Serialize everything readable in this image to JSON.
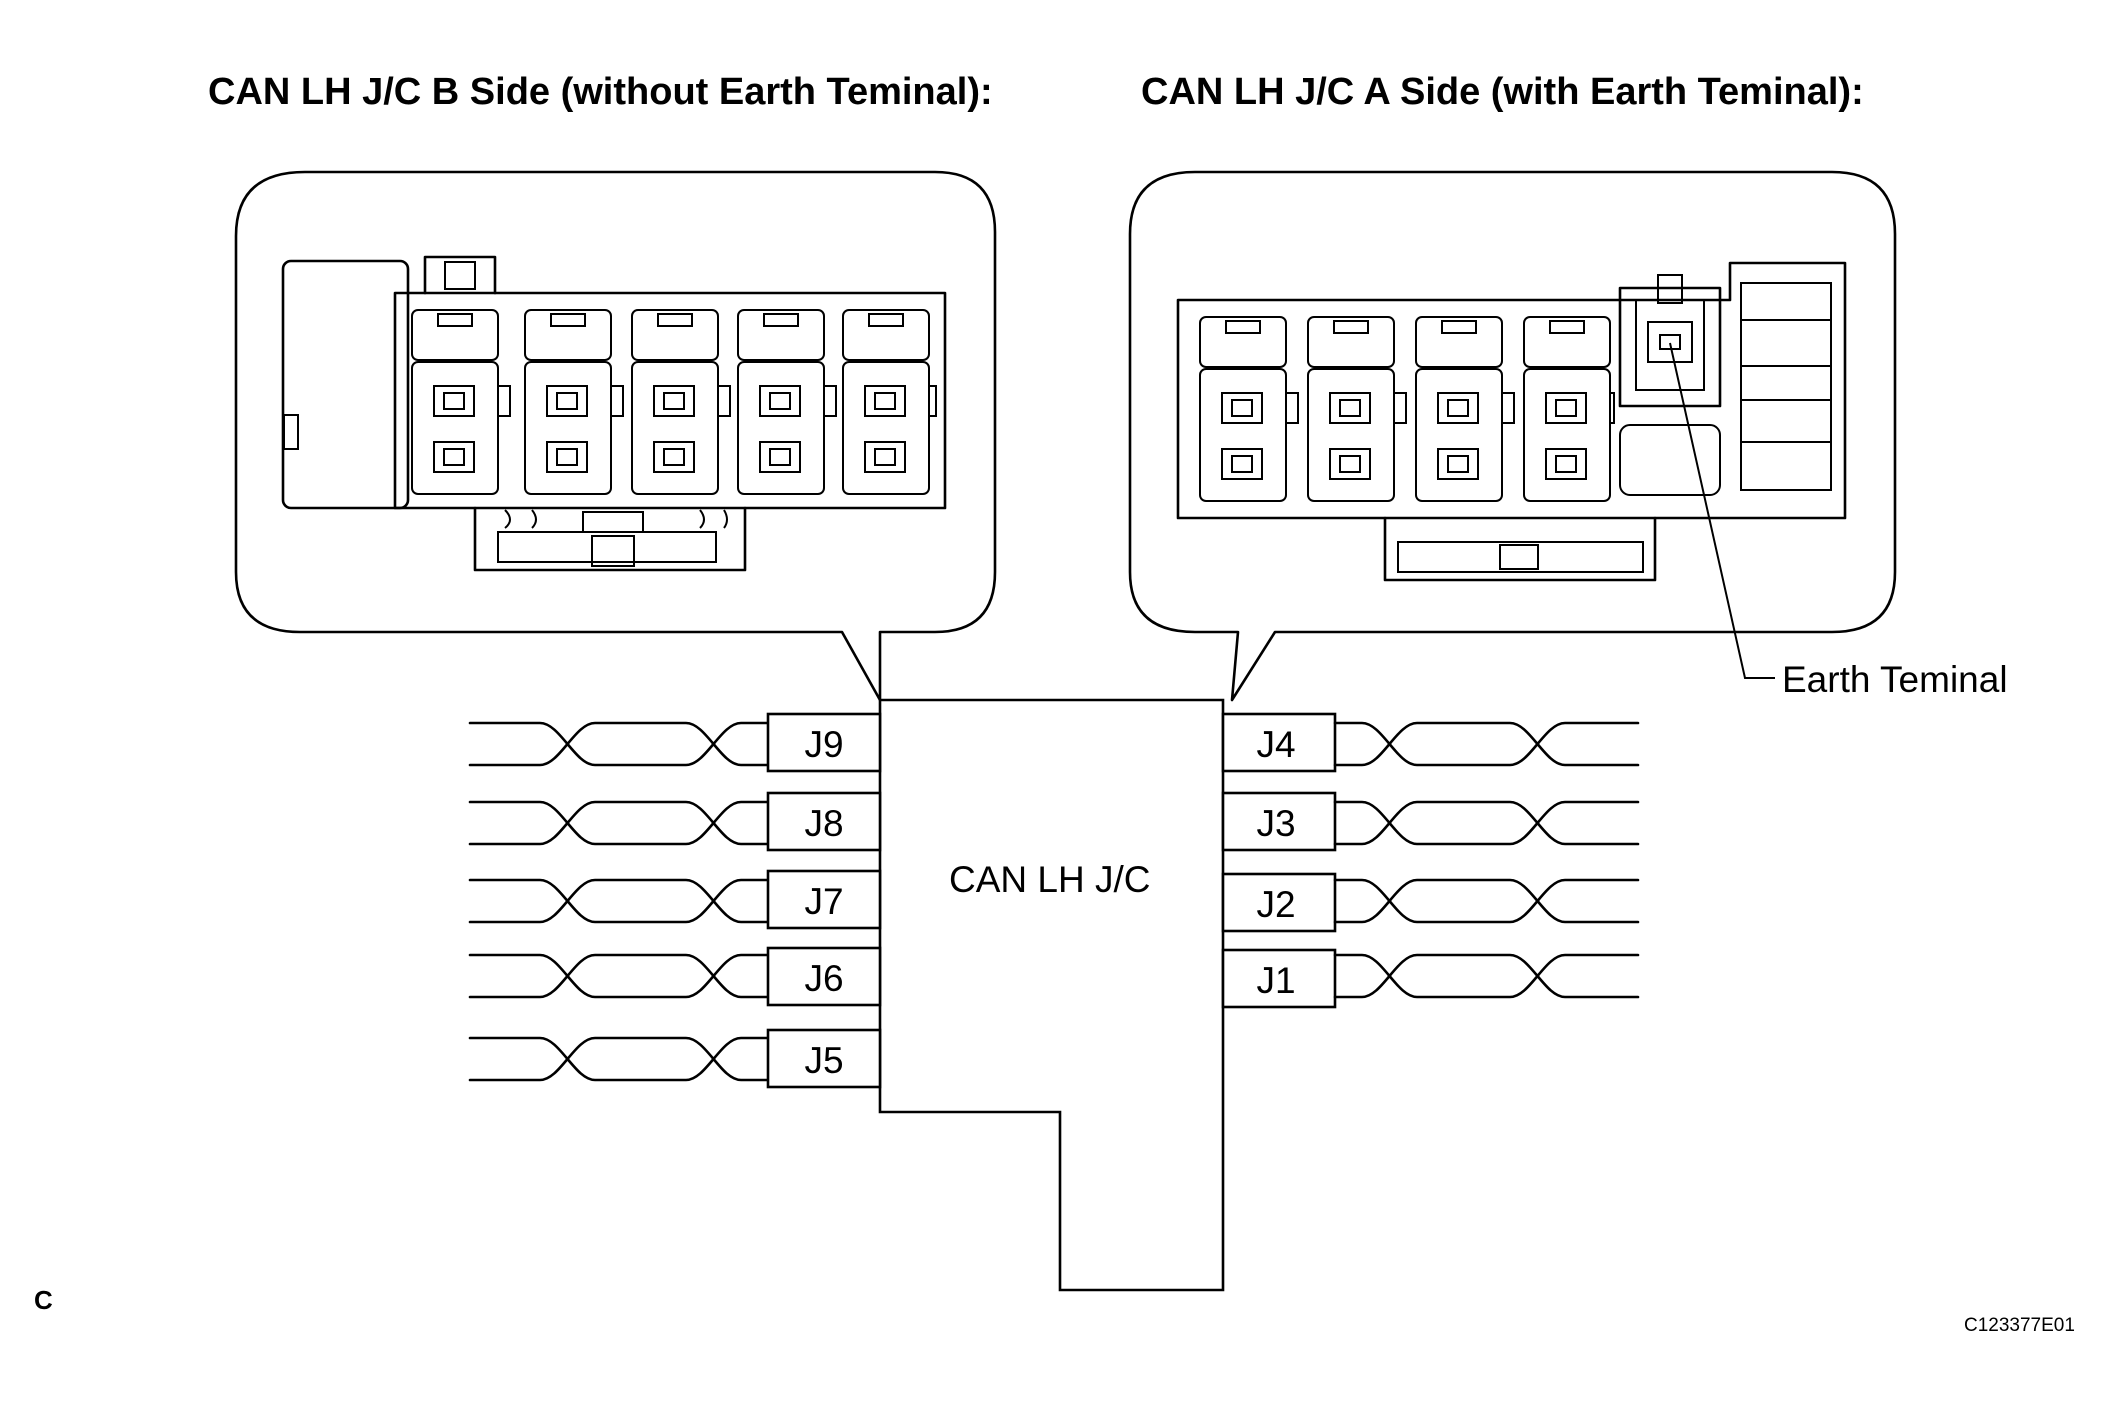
{
  "titles": {
    "b_side": "CAN LH J/C B Side (without Earth Teminal):",
    "a_side": "CAN LH J/C A Side (with Earth Teminal):"
  },
  "junction_label": "CAN LH J/C",
  "earth_label": "Earth Teminal",
  "left_connectors": [
    "J9",
    "J8",
    "J7",
    "J6",
    "J5"
  ],
  "right_connectors": [
    "J4",
    "J3",
    "J2",
    "J1"
  ],
  "corner_letter": "C",
  "figure_code": "C123377E01"
}
